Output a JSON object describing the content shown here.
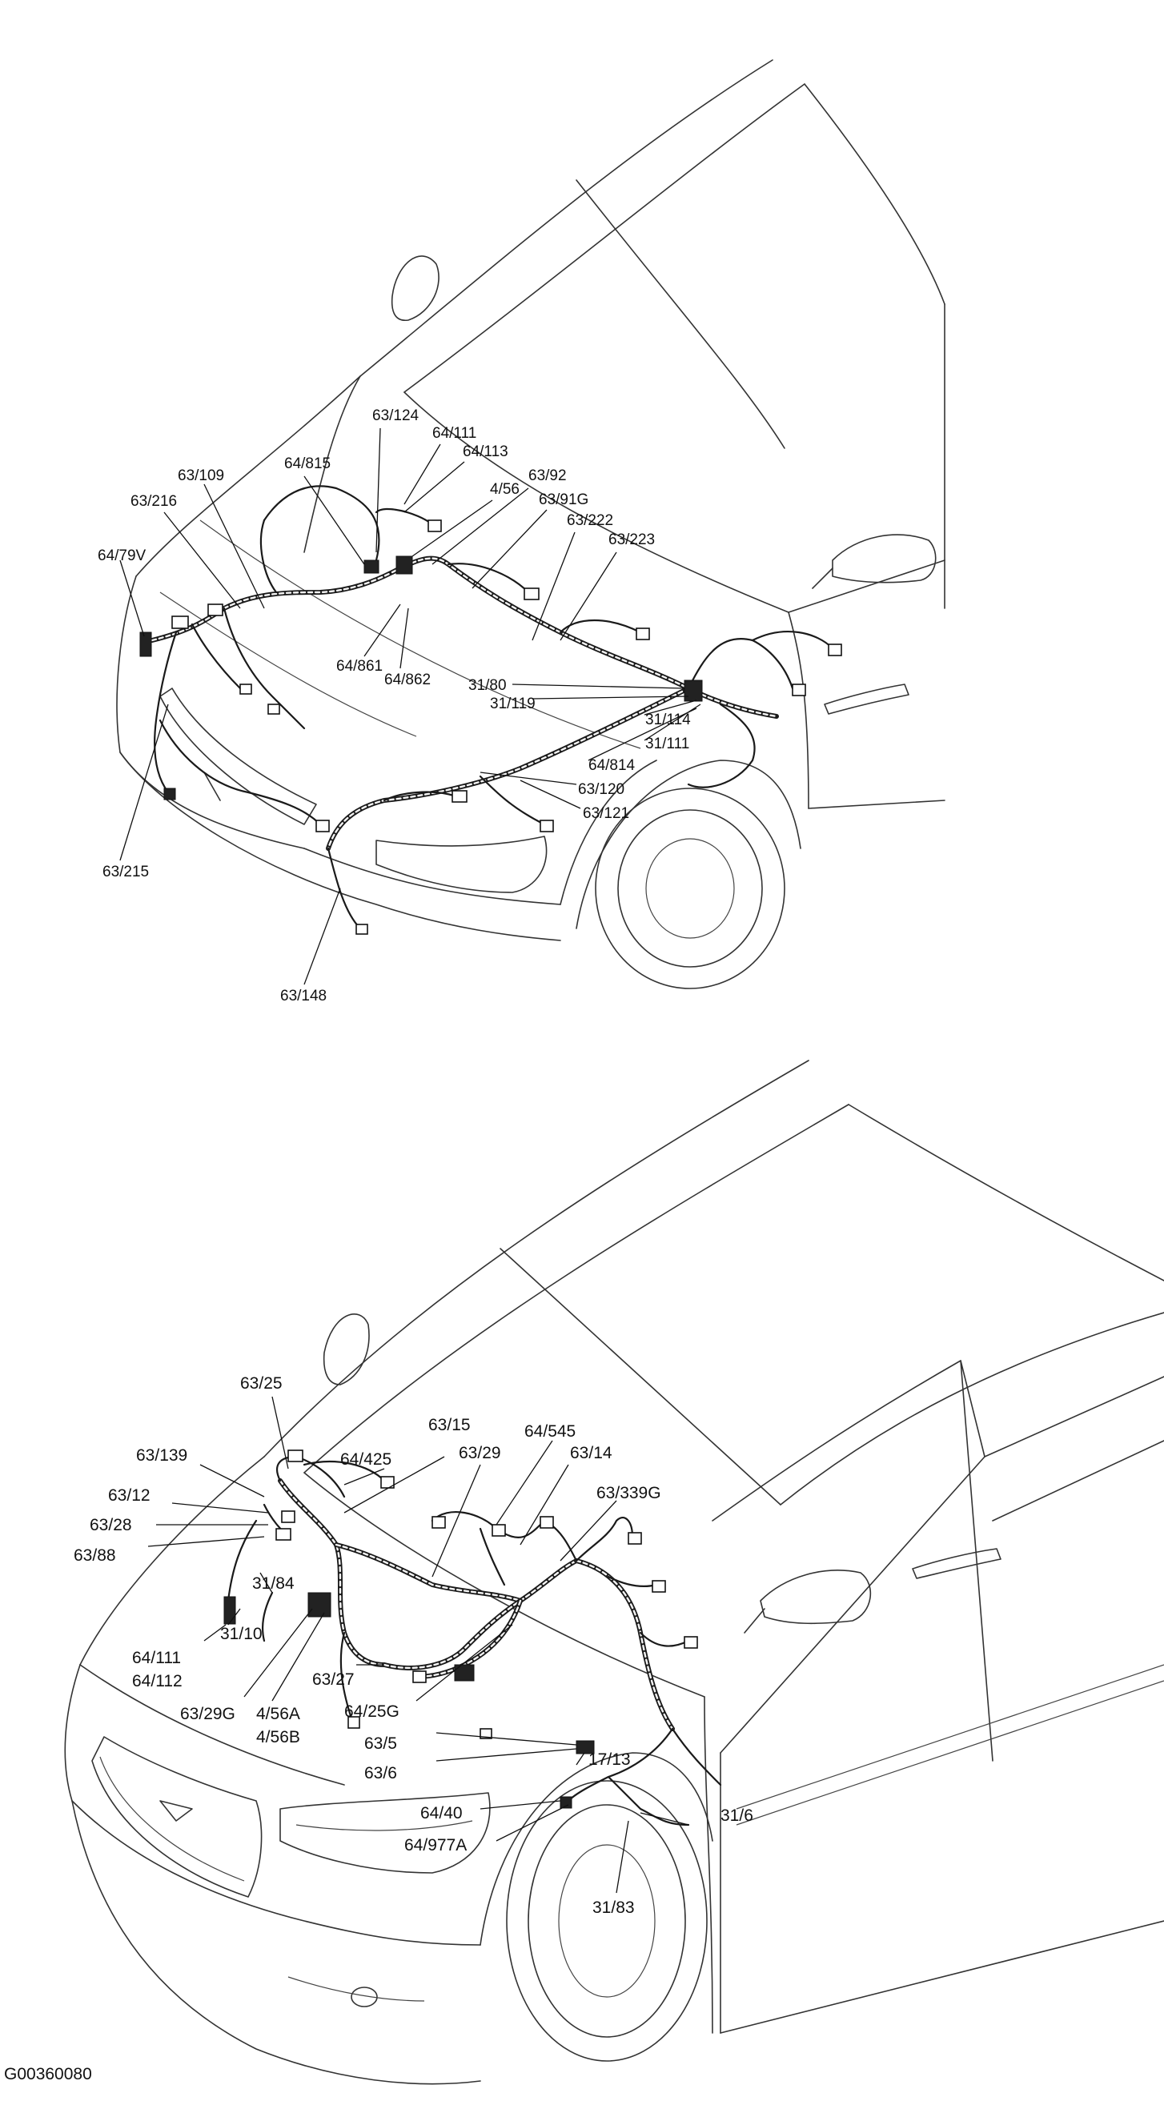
{
  "figure_code": "G00360080",
  "upper_view": {
    "labels": [
      "63/124",
      "64/111",
      "64/113",
      "4/56",
      "63/92",
      "63/91G",
      "63/222",
      "63/223",
      "64/815",
      "63/109",
      "63/216",
      "64/79V",
      "64/861",
      "64/862",
      "31/80",
      "31/119",
      "31/114",
      "31/111",
      "64/814",
      "63/120",
      "63/121",
      "63/215",
      "63/148"
    ]
  },
  "lower_view": {
    "labels": [
      "63/25",
      "63/15",
      "64/545",
      "63/29",
      "63/14",
      "64/425",
      "63/339G",
      "63/139",
      "63/12",
      "63/28",
      "63/88",
      "31/84",
      "31/10",
      "64/111",
      "64/112",
      "63/29G",
      "4/56A",
      "4/56B",
      "63/27",
      "64/25G",
      "63/5",
      "63/6",
      "17/13",
      "64/40",
      "31/6",
      "64/977A",
      "31/83"
    ]
  }
}
